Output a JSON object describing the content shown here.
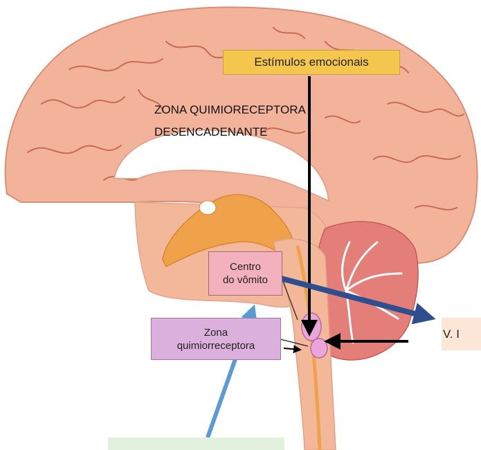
{
  "labels": {
    "emotional_stimuli": "Estímulos emocionais",
    "trigger_zone_line1": "ZONA QUIMIORECEPTORA",
    "trigger_zone_line2": "DESENCADENANTE",
    "vomit_center_line1": "Centro",
    "vomit_center_line2": "do vômito",
    "chemoreceptor_zone_line1": "Zona",
    "chemoreceptor_zone_line2": "quimiorreceptora",
    "cut_off_label": "V. I"
  },
  "colors": {
    "cortex": "#f3b39a",
    "sulcus": "#c96a55",
    "ventricle": "#ffffff",
    "midbrain": "#f0a24a",
    "cerebellum": "#e37e79",
    "brainstem": "#f3b79a",
    "label_yellow": "#f5c64e",
    "label_pink": "#f2b1bd",
    "label_purple": "#dcb0dd",
    "arrow_dark_blue": "#2d4f8f",
    "arrow_light_blue": "#5b9bd5",
    "arrow_black": "#000000"
  }
}
